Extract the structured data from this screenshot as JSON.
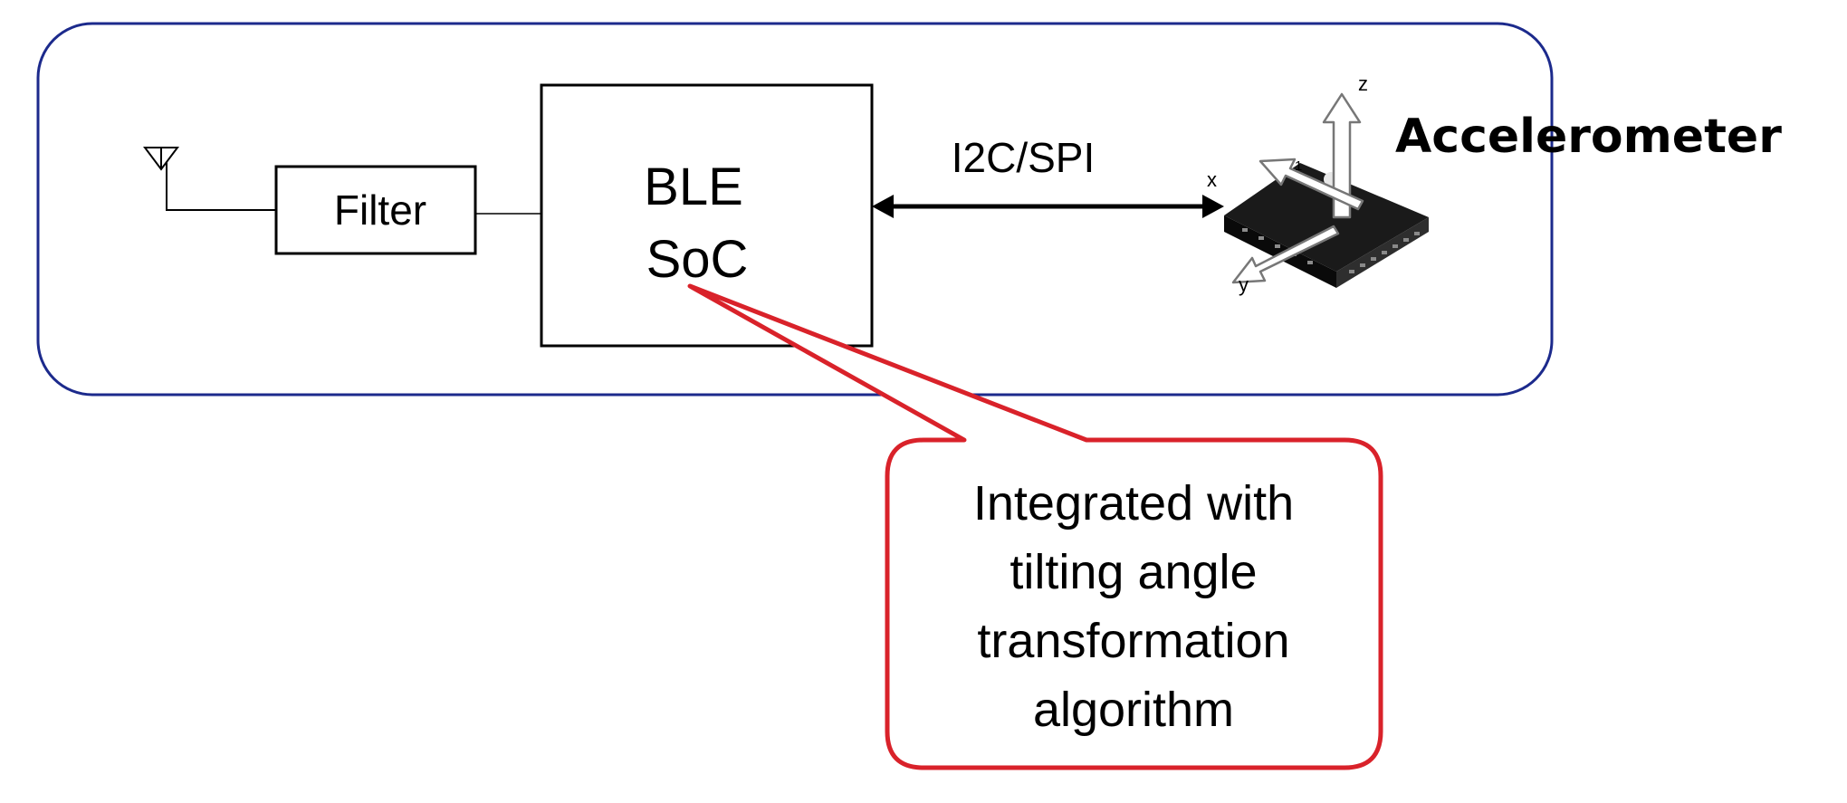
{
  "labels": {
    "filter": "Filter",
    "soc_line1": "BLE",
    "soc_line2": "SoC",
    "bus": "I2C/SPI",
    "accelerometer": "Accelerometer",
    "axis_z": "z",
    "axis_x": "x",
    "axis_y": "y",
    "pin_one": "1"
  },
  "callout": {
    "lines": [
      "Integrated with",
      "tilting angle",
      "transformation",
      "algorithm"
    ]
  },
  "colors": {
    "enclosure_border": "#1c2a8c",
    "callout_border": "#d9222a",
    "block_border": "#000000",
    "chip_body": "#1a1a1a"
  },
  "icons": {
    "antenna": "antenna-icon",
    "accelerometer": "accelerometer-chip-icon",
    "axis_arrows": "axis-arrows-icon",
    "bus_arrow": "double-headed-arrow-icon"
  }
}
